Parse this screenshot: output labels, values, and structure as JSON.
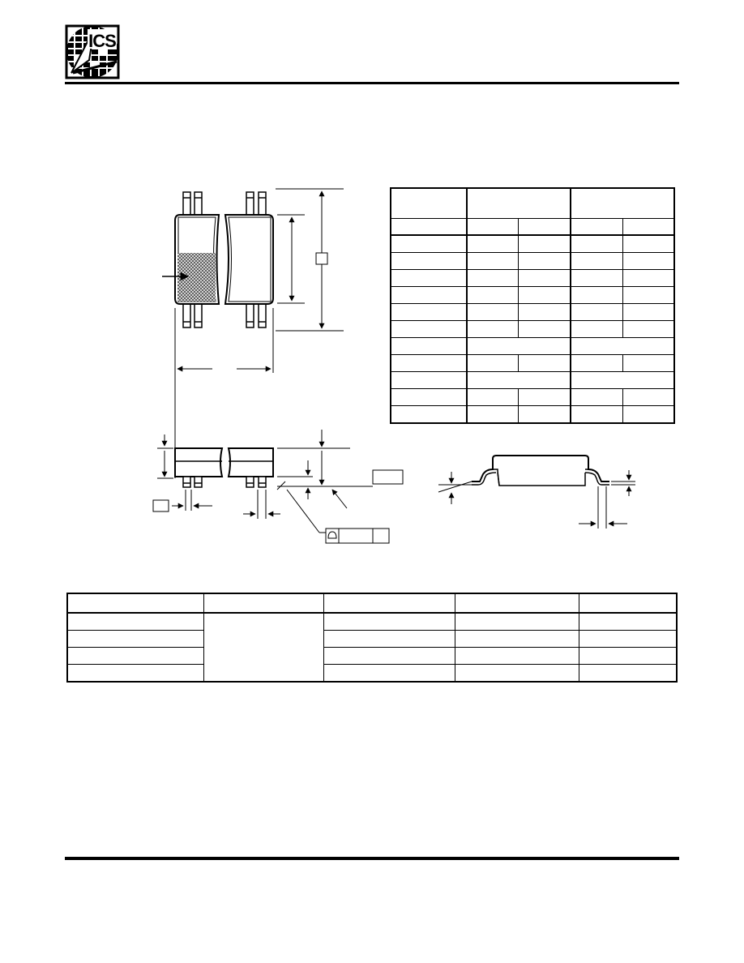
{
  "header": {
    "logo_text": "ICS",
    "colors": {
      "line": "#000000",
      "background": "#ffffff",
      "hatch": "#555555"
    }
  },
  "drawing": {
    "icons": [
      "package-top-view",
      "package-side-view",
      "lead-detail-view",
      "datum-box",
      "flatness-callout"
    ]
  },
  "dimension_table": {
    "column_groups": 2,
    "sub_columns": 4,
    "row_count": 11,
    "merged_rows": [
      6,
      8
    ]
  },
  "ordering_table": {
    "column_count": 5,
    "body_row_count": 4
  }
}
